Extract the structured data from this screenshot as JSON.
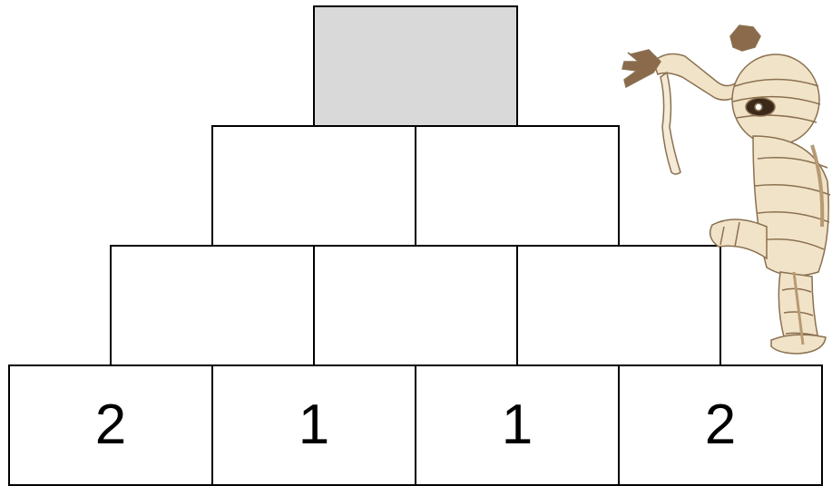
{
  "pyramid": {
    "row1": [
      ""
    ],
    "row2": [
      "",
      ""
    ],
    "row3": [
      "",
      "",
      ""
    ],
    "row4": [
      "2",
      "1",
      "1",
      "2"
    ]
  },
  "colors": {
    "border": "#000000",
    "top_fill": "#d9d9d9",
    "cell_fill": "#ffffff",
    "mummy_wrap": "#f1e3c8",
    "mummy_shade": "#d8c2a0"
  },
  "icons": {
    "decoration": "mummy-icon"
  }
}
